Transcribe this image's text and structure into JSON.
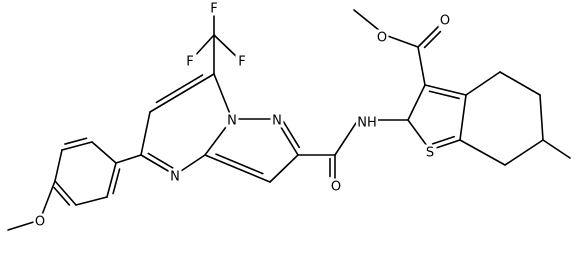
{
  "molecule": {
    "atom_labels": [
      {
        "name": "label-F1",
        "text": "F"
      },
      {
        "name": "label-F2",
        "text": "F"
      },
      {
        "name": "label-F3",
        "text": "F"
      },
      {
        "name": "label-O-ester-carbonyl",
        "text": "O"
      },
      {
        "name": "label-O-ester-ether",
        "text": "O"
      },
      {
        "name": "label-NH",
        "text": "NH"
      },
      {
        "name": "label-N-pyrazole",
        "text": "N"
      },
      {
        "name": "label-N-bridge",
        "text": "N"
      },
      {
        "name": "label-N-pyrimidine",
        "text": "N"
      },
      {
        "name": "label-S",
        "text": "S"
      },
      {
        "name": "label-O-amide",
        "text": "O"
      },
      {
        "name": "label-O-methoxy",
        "text": "O"
      }
    ]
  }
}
